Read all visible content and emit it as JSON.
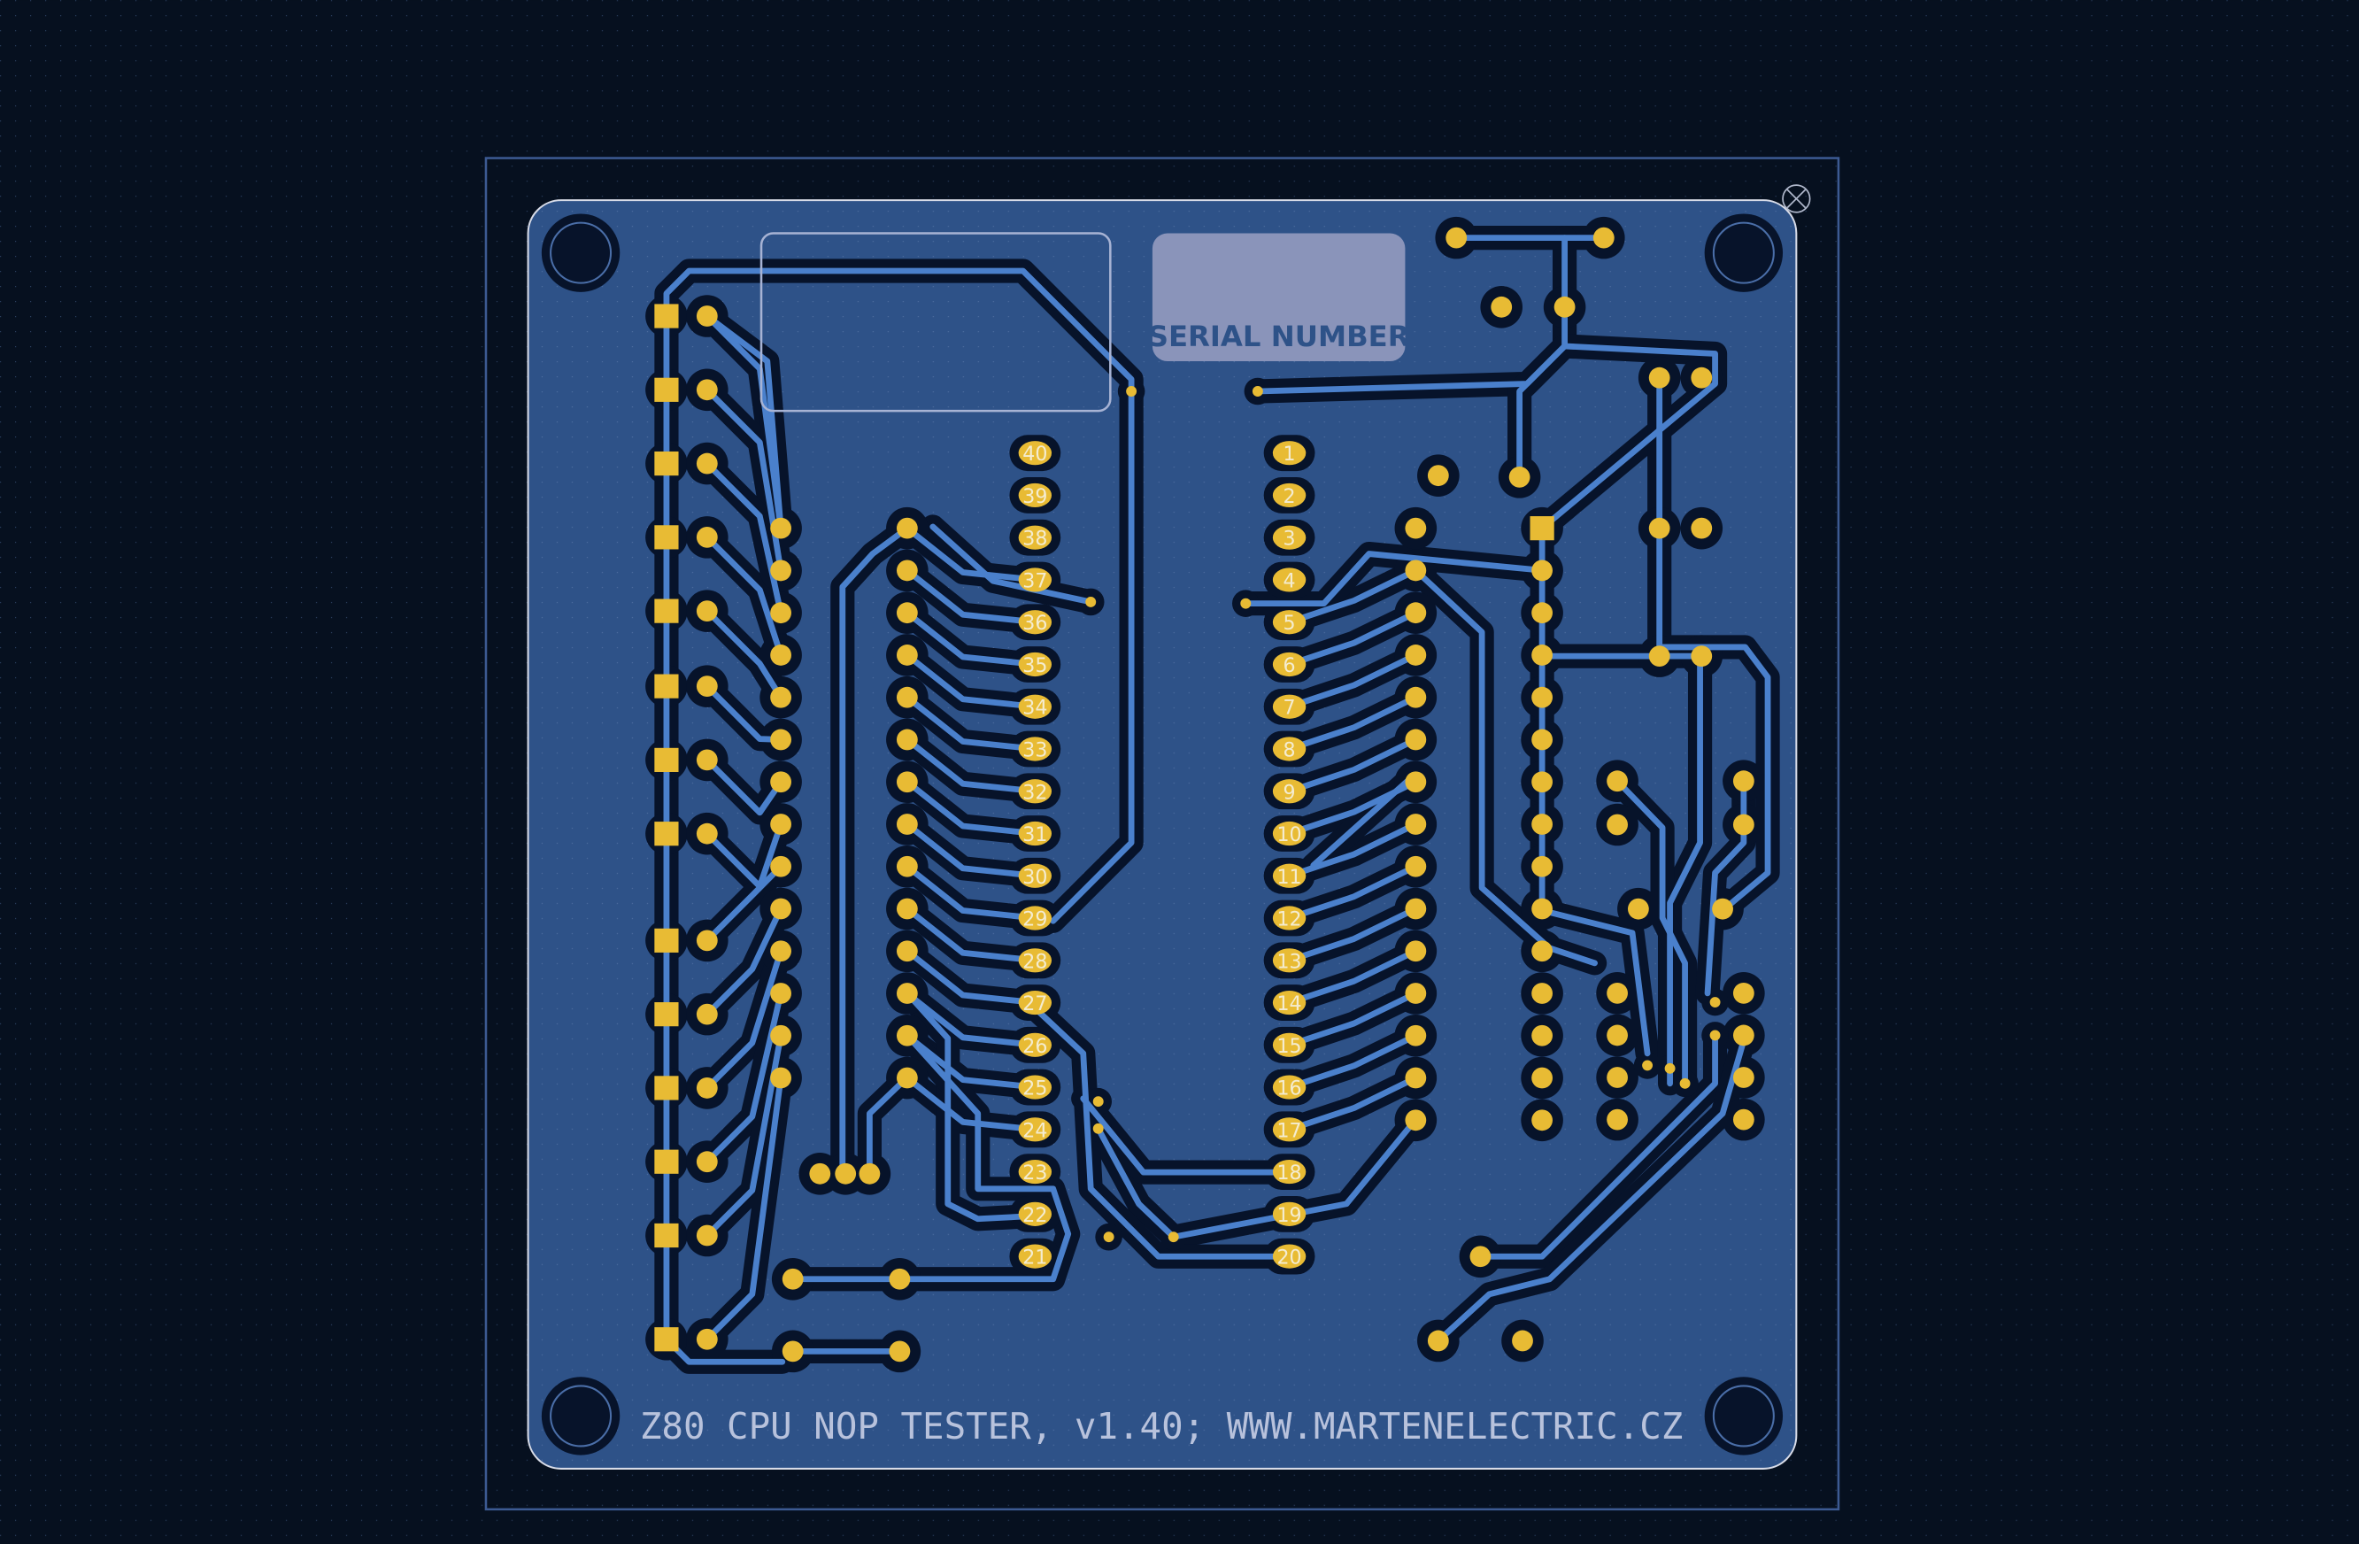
{
  "board": {
    "title_text": "Z80 CPU NOP TESTER, v1.40; WWW.MARTENELECTRIC.CZ",
    "serial_label": "SERIAL NUMBER",
    "dip_left_pins": [
      "40",
      "39",
      "38",
      "37",
      "36",
      "35",
      "34",
      "33",
      "32",
      "31",
      "30",
      "29",
      "28",
      "27",
      "26",
      "25",
      "24",
      "23",
      "22",
      "21"
    ],
    "dip_right_pins": [
      "1",
      "2",
      "3",
      "4",
      "5",
      "6",
      "7",
      "8",
      "9",
      "10",
      "11",
      "12",
      "13",
      "14",
      "15",
      "16",
      "17",
      "18",
      "19",
      "20"
    ]
  },
  "colors": {
    "background": "#06101f",
    "copper_fill": "#2e5288",
    "trace": "#4a80cc",
    "clearance": "#07132a",
    "pad": "#e8bb34",
    "silkscreen": "#b8c2dc",
    "serial_box": "#8a94ba",
    "edge_cut": "#d8dce8"
  }
}
